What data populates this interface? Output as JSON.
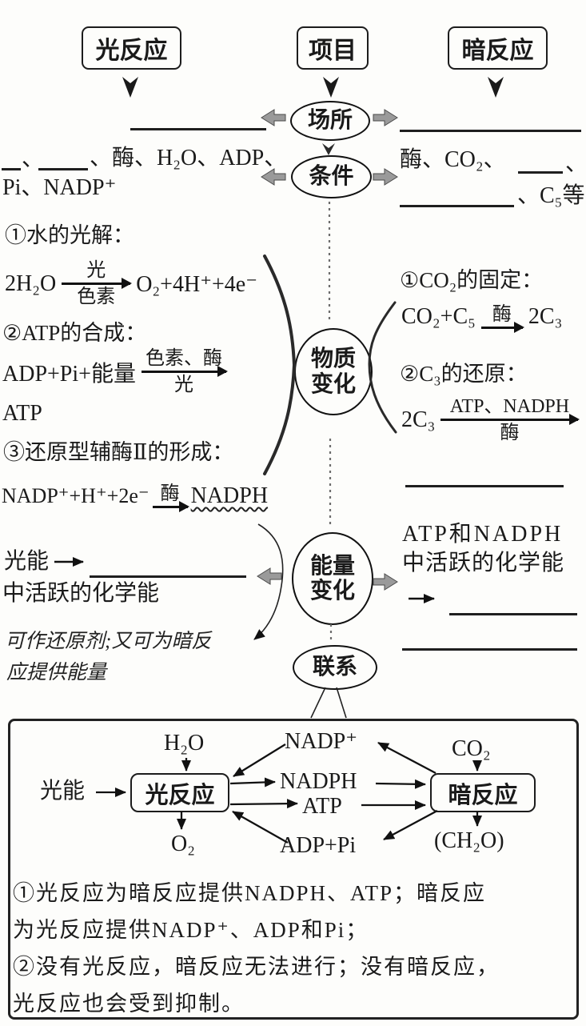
{
  "colors": {
    "ink": "#1a1a1a",
    "arrow_gray": "#9a9a9a"
  },
  "header": {
    "light": "光反应",
    "project": "项目",
    "dark": "暗反应"
  },
  "nodes": {
    "site": "场所",
    "condition": "条件",
    "matter_l1": "物质",
    "matter_l2": "变化",
    "energy_l1": "能量",
    "energy_l2": "变化",
    "link": "联系"
  },
  "condition_left": {
    "sep": "、",
    "rest": "、酶、H₂O、ADP、",
    "line2": "Pi、NADP⁺"
  },
  "condition_right": {
    "pre": "酶、CO₂、",
    "post": "、",
    "line2": "、C₅等"
  },
  "matter_left": {
    "t1": "①水的光解：",
    "r1": {
      "lhs": "2H₂O",
      "above": "光",
      "below": "色素",
      "rhs": "O₂+4H⁺+4e⁻"
    },
    "t2": "②ATP的合成：",
    "r2": {
      "lhs": "ADP+Pi+能量",
      "above": "色素、酶",
      "below": "光"
    },
    "r2_product": "ATP",
    "t3": "③还原型辅酶Ⅱ的形成：",
    "r3": {
      "lhs": "NADP⁺+H⁺+2e⁻",
      "above": "酶",
      "rhs": "NADPH"
    }
  },
  "matter_right": {
    "t1": "①CO₂的固定：",
    "r1": {
      "lhs": "CO₂+C₅",
      "above": "酶",
      "rhs": "2C₃"
    },
    "t2": "②C₃的还原：",
    "r2": {
      "lhs": "2C₃",
      "above": "ATP、NADPH",
      "below": "酶"
    }
  },
  "energy_left": {
    "source": "光能",
    "line2": "中活跃的化学能",
    "note1": "可作还原剂;又可为暗反",
    "note2": "应提供能量"
  },
  "energy_right": {
    "line1": "ATP和NADPH",
    "line2": "中活跃的化学能"
  },
  "cycle": {
    "input": "光能",
    "light": "光反应",
    "dark": "暗反应",
    "h2o": "H₂O",
    "o2": "O₂",
    "co2": "CO₂",
    "ch2o": "(CH₂O)",
    "nadp": "NADP⁺",
    "nadph": "NADPH",
    "atp": "ATP",
    "adp": "ADP+Pi"
  },
  "notes": {
    "l1": "①光反应为暗反应提供NADPH、ATP；暗反应",
    "l2": "为光反应提供NADP⁺、ADP和Pi；",
    "l3": "②没有光反应，暗反应无法进行；没有暗反应，",
    "l4": "光反应也会受到抑制。"
  }
}
